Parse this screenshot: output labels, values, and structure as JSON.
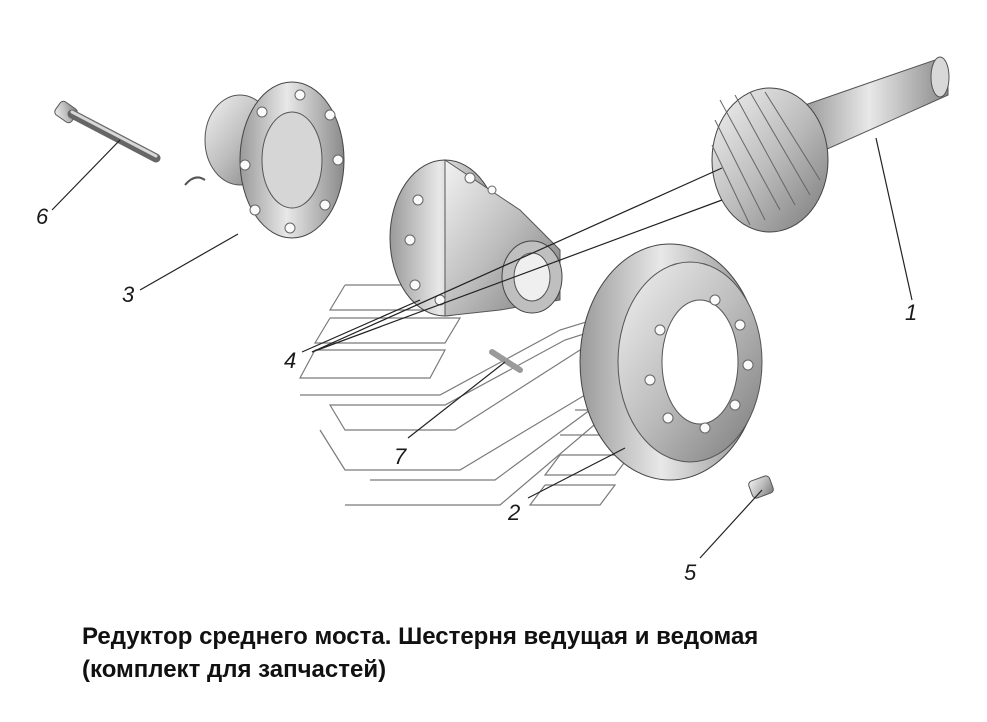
{
  "diagram": {
    "callouts": [
      {
        "id": "1",
        "label": "1"
      },
      {
        "id": "2",
        "label": "2"
      },
      {
        "id": "3",
        "label": "3"
      },
      {
        "id": "4",
        "label": "4"
      },
      {
        "id": "5",
        "label": "5"
      },
      {
        "id": "6",
        "label": "6"
      },
      {
        "id": "7",
        "label": "7"
      }
    ],
    "caption": {
      "line1": "Редуктор среднего моста. Шестерня ведущая и ведомая",
      "line2": "(комплект для запчастей)"
    }
  }
}
